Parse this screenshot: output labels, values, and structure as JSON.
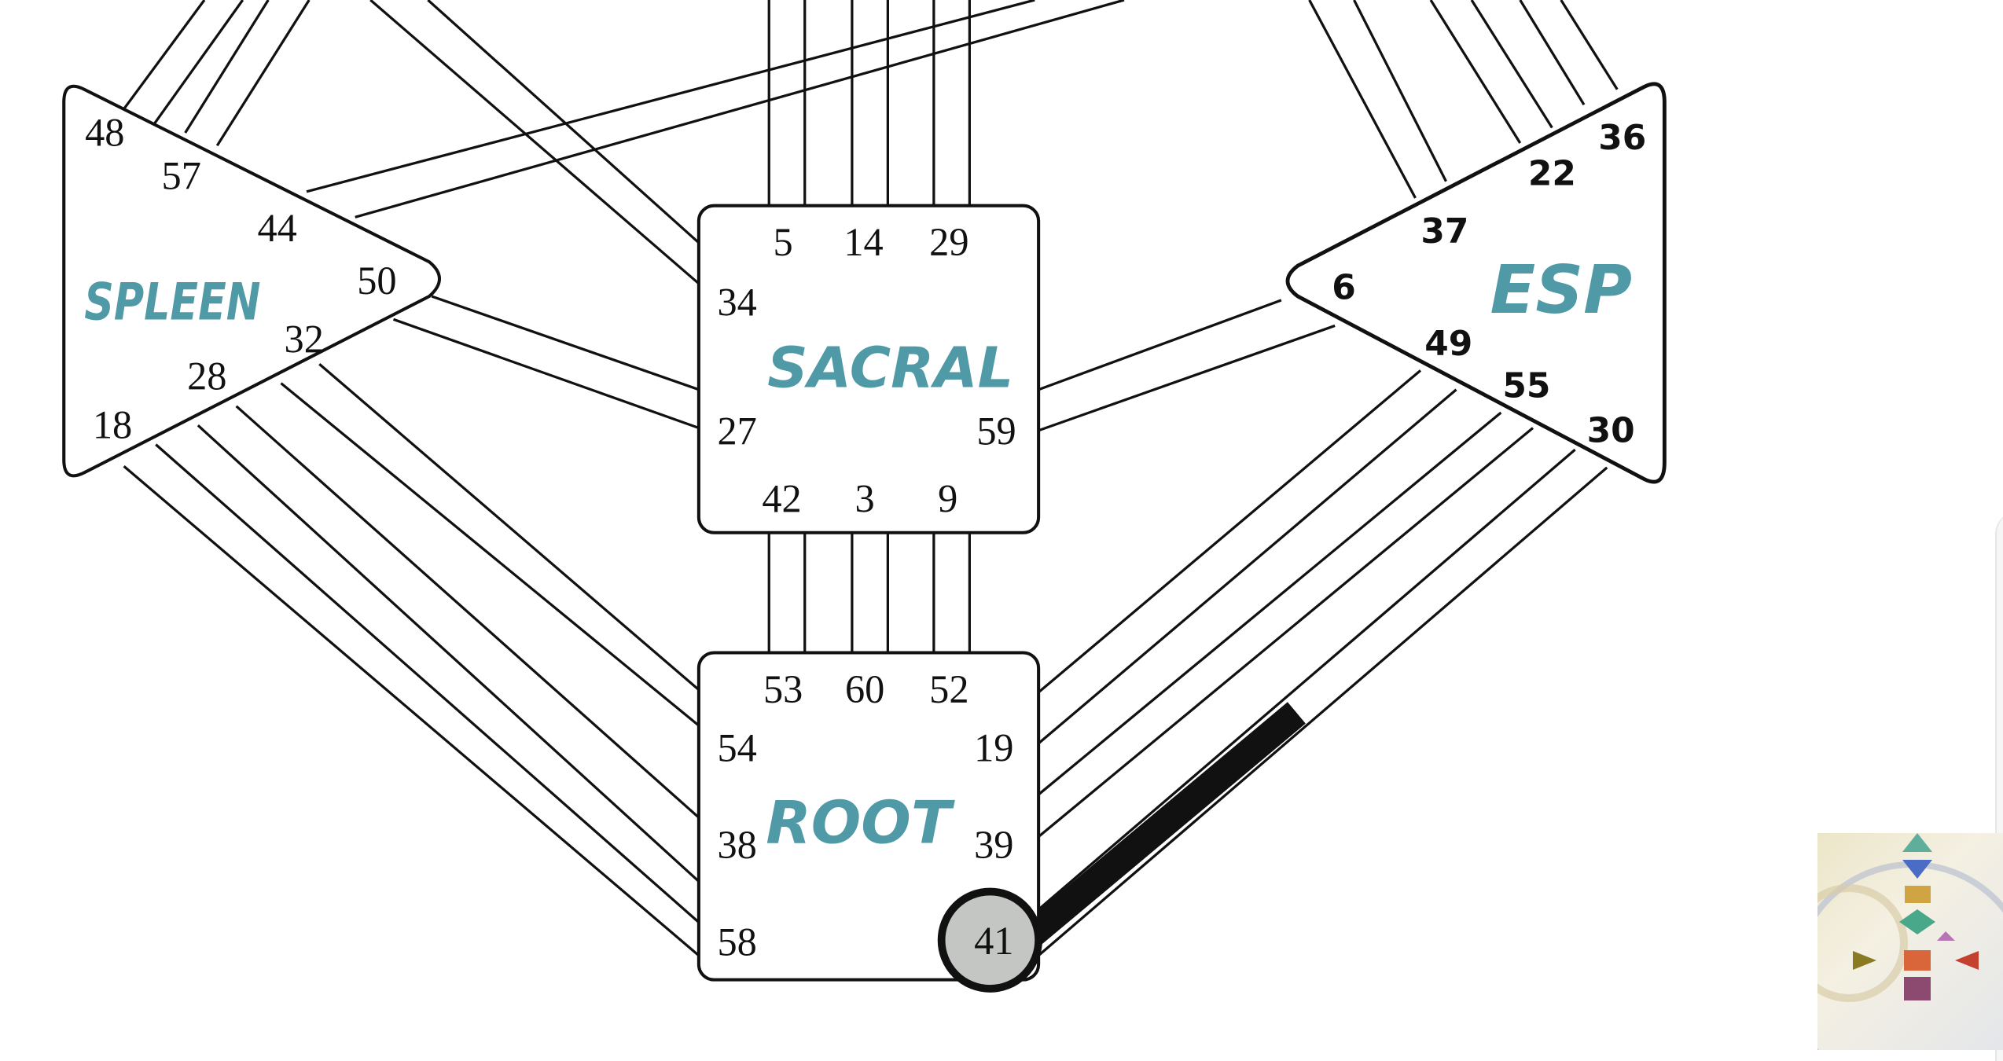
{
  "centers": {
    "spleen": {
      "name": "SPLEEN",
      "gates": [
        "48",
        "57",
        "44",
        "50",
        "32",
        "28",
        "18"
      ]
    },
    "sacral": {
      "name": "SACRAL",
      "gates": [
        "5",
        "14",
        "29",
        "34",
        "27",
        "59",
        "42",
        "3",
        "9"
      ]
    },
    "root": {
      "name": "ROOT",
      "gates": [
        "53",
        "60",
        "52",
        "54",
        "19",
        "38",
        "39",
        "58",
        "41"
      ]
    },
    "esp": {
      "name": "ESP",
      "gates": [
        "36",
        "22",
        "37",
        "6",
        "49",
        "55",
        "30"
      ]
    }
  },
  "highlighted_gate": "41",
  "colors": {
    "label": "#4f9aa6",
    "highlight_fill": "#c3c6c2",
    "line": "#111111"
  },
  "thumbnail": {
    "icon": "bodygraph-thumbnail"
  }
}
